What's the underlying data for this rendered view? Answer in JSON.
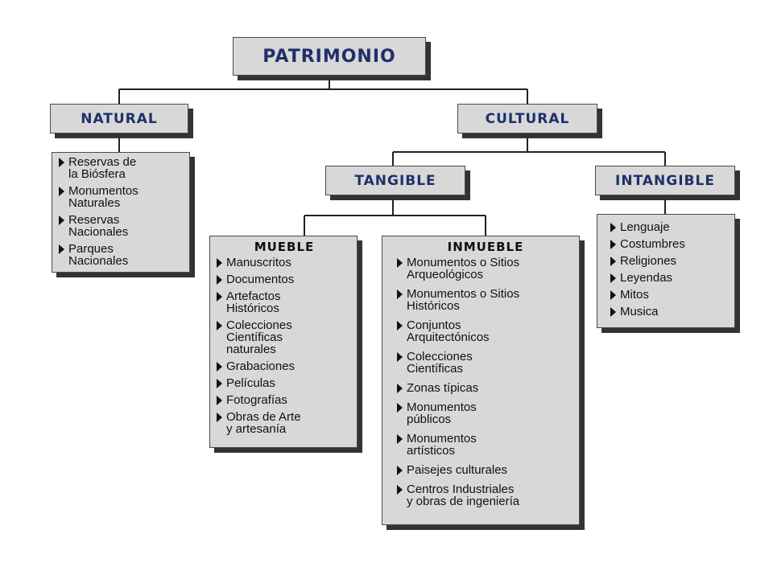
{
  "root": {
    "label": "PATRIMONIO"
  },
  "natural": {
    "label": "NATURAL",
    "items": [
      "Reservas de\nla Biósfera",
      "Monumentos\nNaturales",
      "Reservas\nNacionales",
      "Parques\nNacionales"
    ]
  },
  "cultural": {
    "label": "CULTURAL"
  },
  "tangible": {
    "label": "TANGIBLE"
  },
  "intangible": {
    "label": "INTANGIBLE",
    "items": [
      "Lenguaje",
      "Costumbres",
      "Religiones",
      "Leyendas",
      "Mitos",
      "Musica"
    ]
  },
  "mueble": {
    "label": "MUEBLE",
    "items": [
      "Manuscritos",
      "Documentos",
      "Artefactos\nHistóricos",
      "Colecciones\nCientíficas\nnaturales",
      "Grabaciones",
      "Películas",
      "Fotografías",
      "Obras de Arte\ny artesanía"
    ]
  },
  "inmueble": {
    "label": "INMUEBLE",
    "items": [
      "Monumentos o Sitios\nArqueológicos",
      "Monumentos o Sitios\nHistóricos",
      "Conjuntos\nArquitectónicos",
      "Colecciones\nCientíficas",
      "Zonas típicas",
      "Monumentos\npúblicos",
      "Monumentos\nartísticos",
      "Paisejes culturales",
      "Centros Industriales\ny obras de ingeniería"
    ]
  }
}
